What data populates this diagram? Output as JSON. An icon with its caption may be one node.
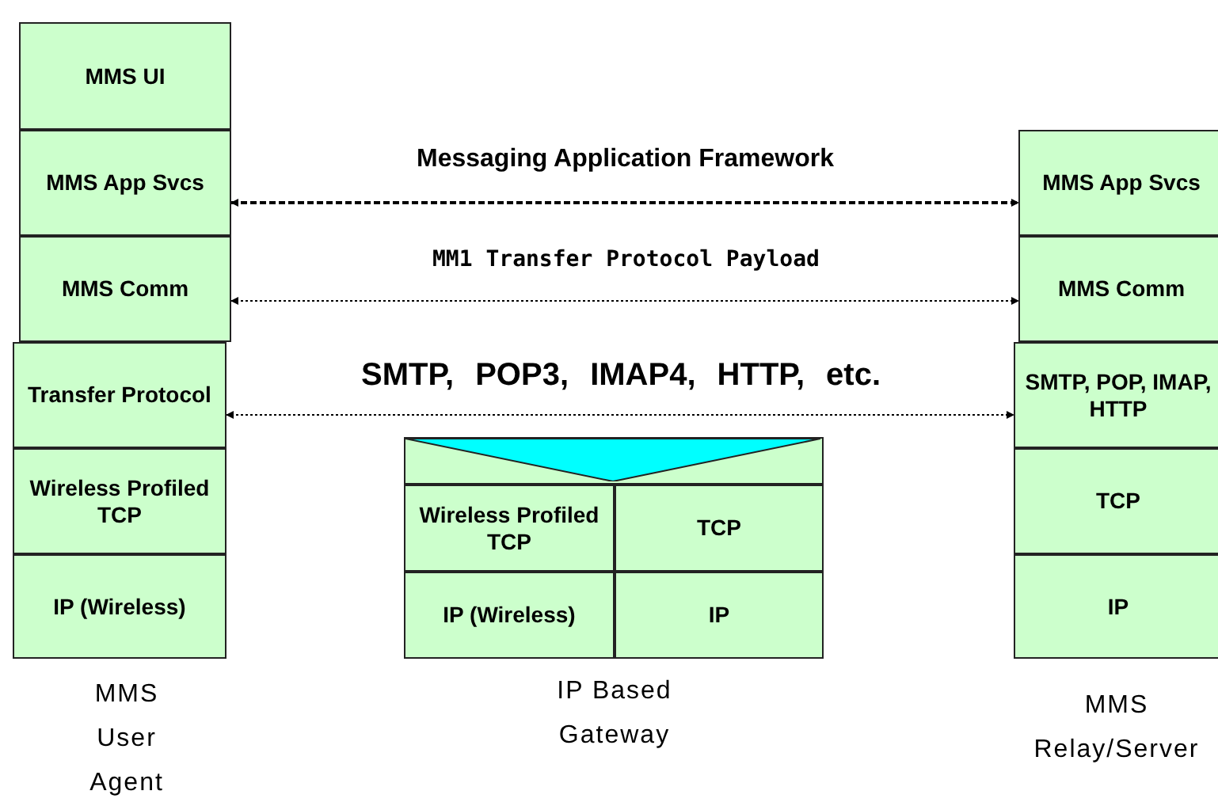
{
  "diagram": {
    "nodes": [
      {
        "text": [
          "MMS UI"
        ]
      },
      {
        "text": [
          "MMS App Svcs"
        ]
      },
      {
        "text": [
          "MMS Comm"
        ]
      },
      {
        "text": [
          "Transfer Protocol"
        ]
      },
      {
        "text": [
          "Wireless Profiled TCP"
        ]
      },
      {
        "text": [
          "IP (Wireless)"
        ]
      },
      {
        "text": [],
        "shape": "box"
      },
      {
        "text": [
          "Wireless Profiled TCP"
        ]
      },
      {
        "text": [
          "TCP"
        ]
      },
      {
        "text": [
          "IP (Wireless)"
        ]
      },
      {
        "text": [
          "IP"
        ]
      },
      {
        "text": [
          "MMS App Svcs"
        ]
      },
      {
        "text": [
          "MMS Comm"
        ]
      },
      {
        "text": [
          "SMTP, POP, IMAP, HTTP"
        ]
      },
      {
        "text": [
          "TCP"
        ]
      },
      {
        "text": [
          "IP"
        ]
      }
    ],
    "edges": [
      {
        "from": 1,
        "to": 11,
        "arrow": "both",
        "label": "Messaging Application Framework",
        "style": "dashed"
      },
      {
        "from": 2,
        "to": 12,
        "arrow": "both",
        "label": "MM1 Transfer Protocol Payload",
        "style": "dashed"
      },
      {
        "from": 3,
        "to": 13,
        "arrow": "both",
        "label": "SMTP, POP3, IMAP4, HTTP, etc.",
        "style": "dashed"
      }
    ],
    "labels": [
      "MMS User Agent",
      "IP Based Gateway",
      "MMS Relay/Server"
    ]
  }
}
